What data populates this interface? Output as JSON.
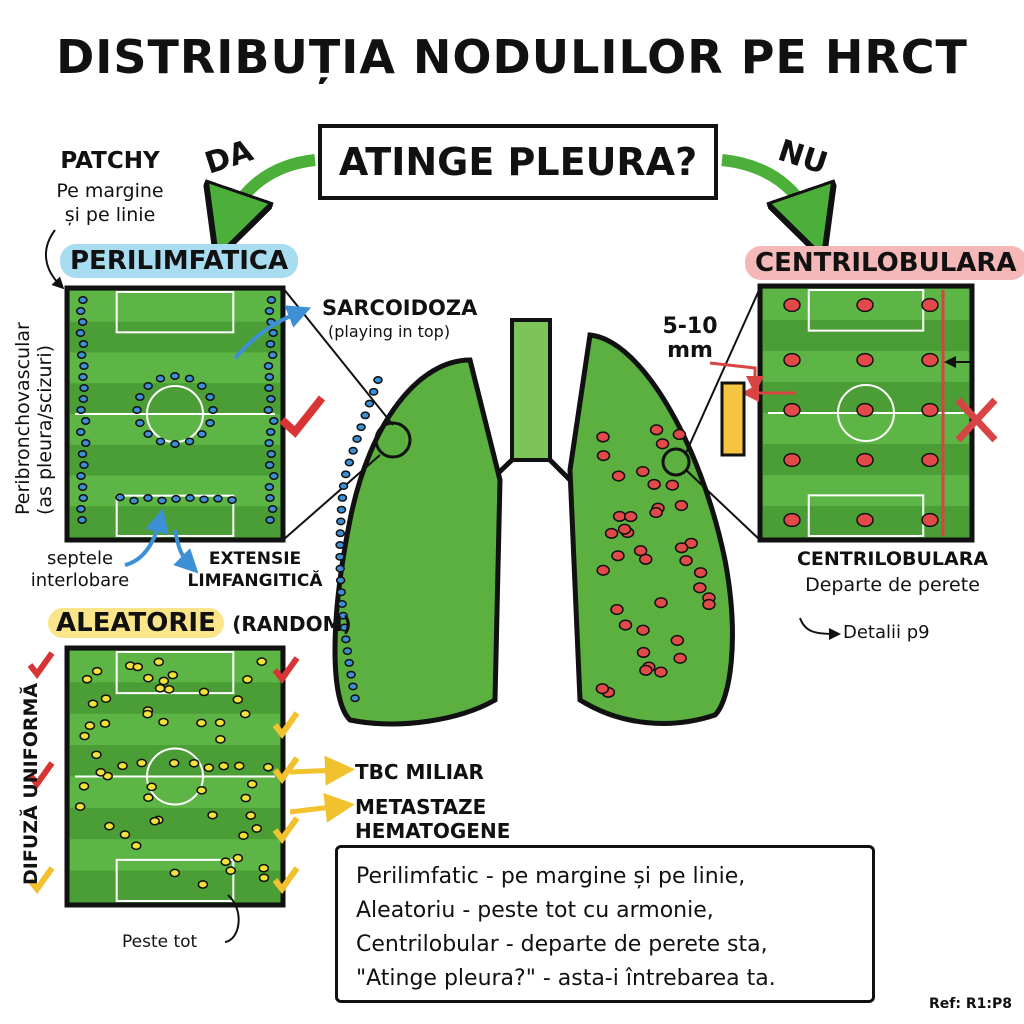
{
  "title": "DISTRIBUȚIA NODULILOR PE HRCT",
  "question": "ATINGE PLEURA?",
  "yes": "DA",
  "no": "NU",
  "perilymphatic": {
    "note_title": "PATCHY",
    "note_line1": "Pe margine",
    "note_line2": "și pe linie",
    "label": "PERILIMFATICA",
    "vertical_line1": "Peribronchovascular",
    "vertical_line2": "(as pleura/scizuri)",
    "sarcoid": "SARCOIDOZA",
    "sarcoid_sub": "(playing in top)",
    "septa_1": "septele",
    "septa_2": "interlobare",
    "ext_1": "EXTENSIE",
    "ext_2": "LIMFANGITICĂ",
    "color": "#a8dcf0",
    "dot_color": "#3d8fd6"
  },
  "random": {
    "label": "ALEATORIE",
    "label_suffix": "(RANDOM)",
    "vertical": "DIFUZĂ UNIFORMĂ",
    "item1": "TBC MILIAR",
    "item2_1": "METASTAZE",
    "item2_2": "HEMATOGENE",
    "note": "Peste tot",
    "color": "#fbe58a",
    "dot_color": "#f2e23a"
  },
  "centrilobular": {
    "label": "CENTRILOBULARA",
    "size_1": "5-10",
    "size_2": "mm",
    "caption_1": "CENTRILOBULARA",
    "caption_2": "Departe de perete",
    "link": "Detalii p9",
    "color": "#f4b8b8",
    "dot_color": "#e24a4a"
  },
  "mnemonic": [
    "Perilimfatic - pe margine și pe linie,",
    "Aleatoriu - peste tot cu armonie,",
    "Centrilobular - departe de perete sta,",
    "\"Atinge pleura?\" - asta-i întrebarea ta."
  ],
  "ref": "Ref: R1:P8"
}
